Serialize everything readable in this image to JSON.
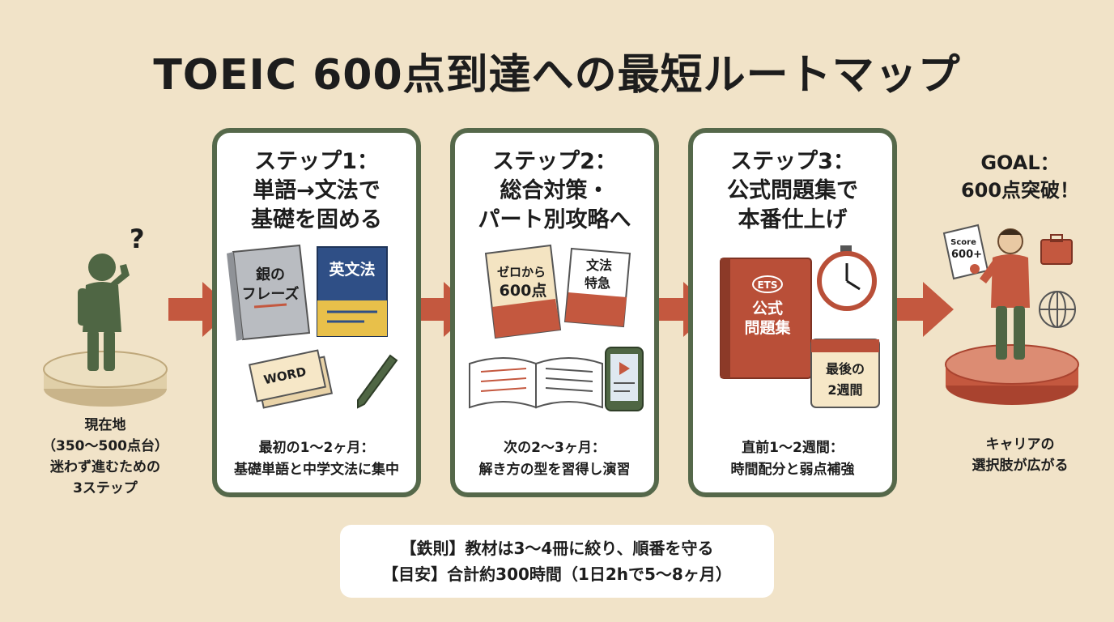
{
  "title": "TOEIC 600点到達への最短ルートマップ",
  "colors": {
    "background": "#f1e3c8",
    "card_border": "#55684a",
    "arrow": "#c4583f",
    "figure": "#4f6644"
  },
  "start": {
    "lines": [
      "現在地",
      "（350〜500点台）",
      "迷わず進むための",
      "3ステップ"
    ],
    "question_mark": "?"
  },
  "steps": [
    {
      "title_lines": [
        "ステップ1：",
        "単語→文法で",
        "基礎を固める"
      ],
      "note_lines": [
        "最初の1〜2ヶ月：",
        "基礎単語と中学文法に集中"
      ],
      "book1": [
        "銀の",
        "フレーズ"
      ],
      "book2": "英文法",
      "card": "WORD"
    },
    {
      "title_lines": [
        "ステップ2：",
        "総合対策・",
        "パート別攻略へ"
      ],
      "note_lines": [
        "次の2〜3ヶ月：",
        "解き方の型を習得し演習"
      ],
      "book1": [
        "ゼロから",
        "600点"
      ],
      "book2": [
        "文法",
        "特急"
      ]
    },
    {
      "title_lines": [
        "ステップ3：",
        "公式問題集で",
        "本番仕上げ"
      ],
      "note_lines": [
        "直前1〜2週間：",
        "時間配分と弱点補強"
      ],
      "book_logo": "ETS",
      "book": [
        "公式",
        "問題集"
      ],
      "calendar": [
        "最後の",
        "2週間"
      ]
    }
  ],
  "goal": {
    "title_lines": [
      "GOAL：",
      "600点突破！"
    ],
    "score_card": [
      "Score",
      "600+"
    ],
    "note_lines": [
      "キャリアの",
      "選択肢が広がる"
    ]
  },
  "footer": {
    "lines": [
      "【鉄則】教材は3〜4冊に絞り、順番を守る",
      "【目安】合計約300時間（1日2hで5〜8ヶ月）"
    ]
  }
}
